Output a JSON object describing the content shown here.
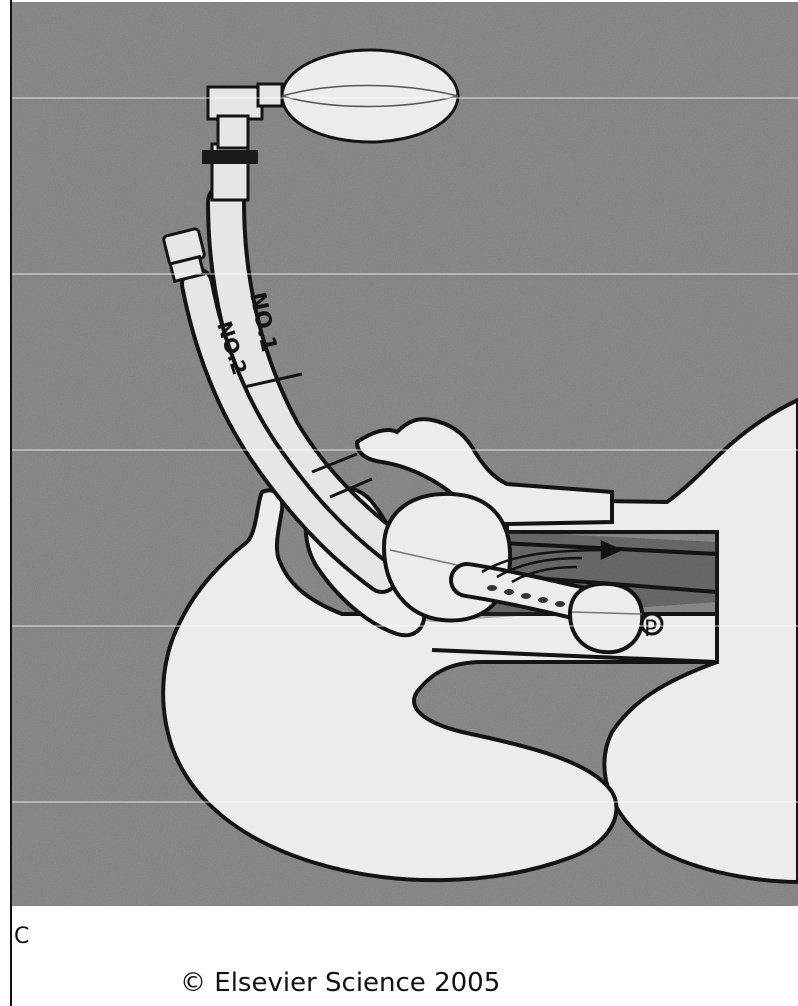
{
  "figure": {
    "panel_label": "C",
    "tube_labels": {
      "tube1": "NO.1",
      "tube2": "NO.2"
    },
    "cuff_marker": "P",
    "credit": "© Elsevier Science 2005",
    "colors": {
      "background_texture": "#7a7a7a",
      "anatomy_fill": "#ededed",
      "outline": "#141414",
      "tube_fill": "#e6e6e6"
    }
  }
}
